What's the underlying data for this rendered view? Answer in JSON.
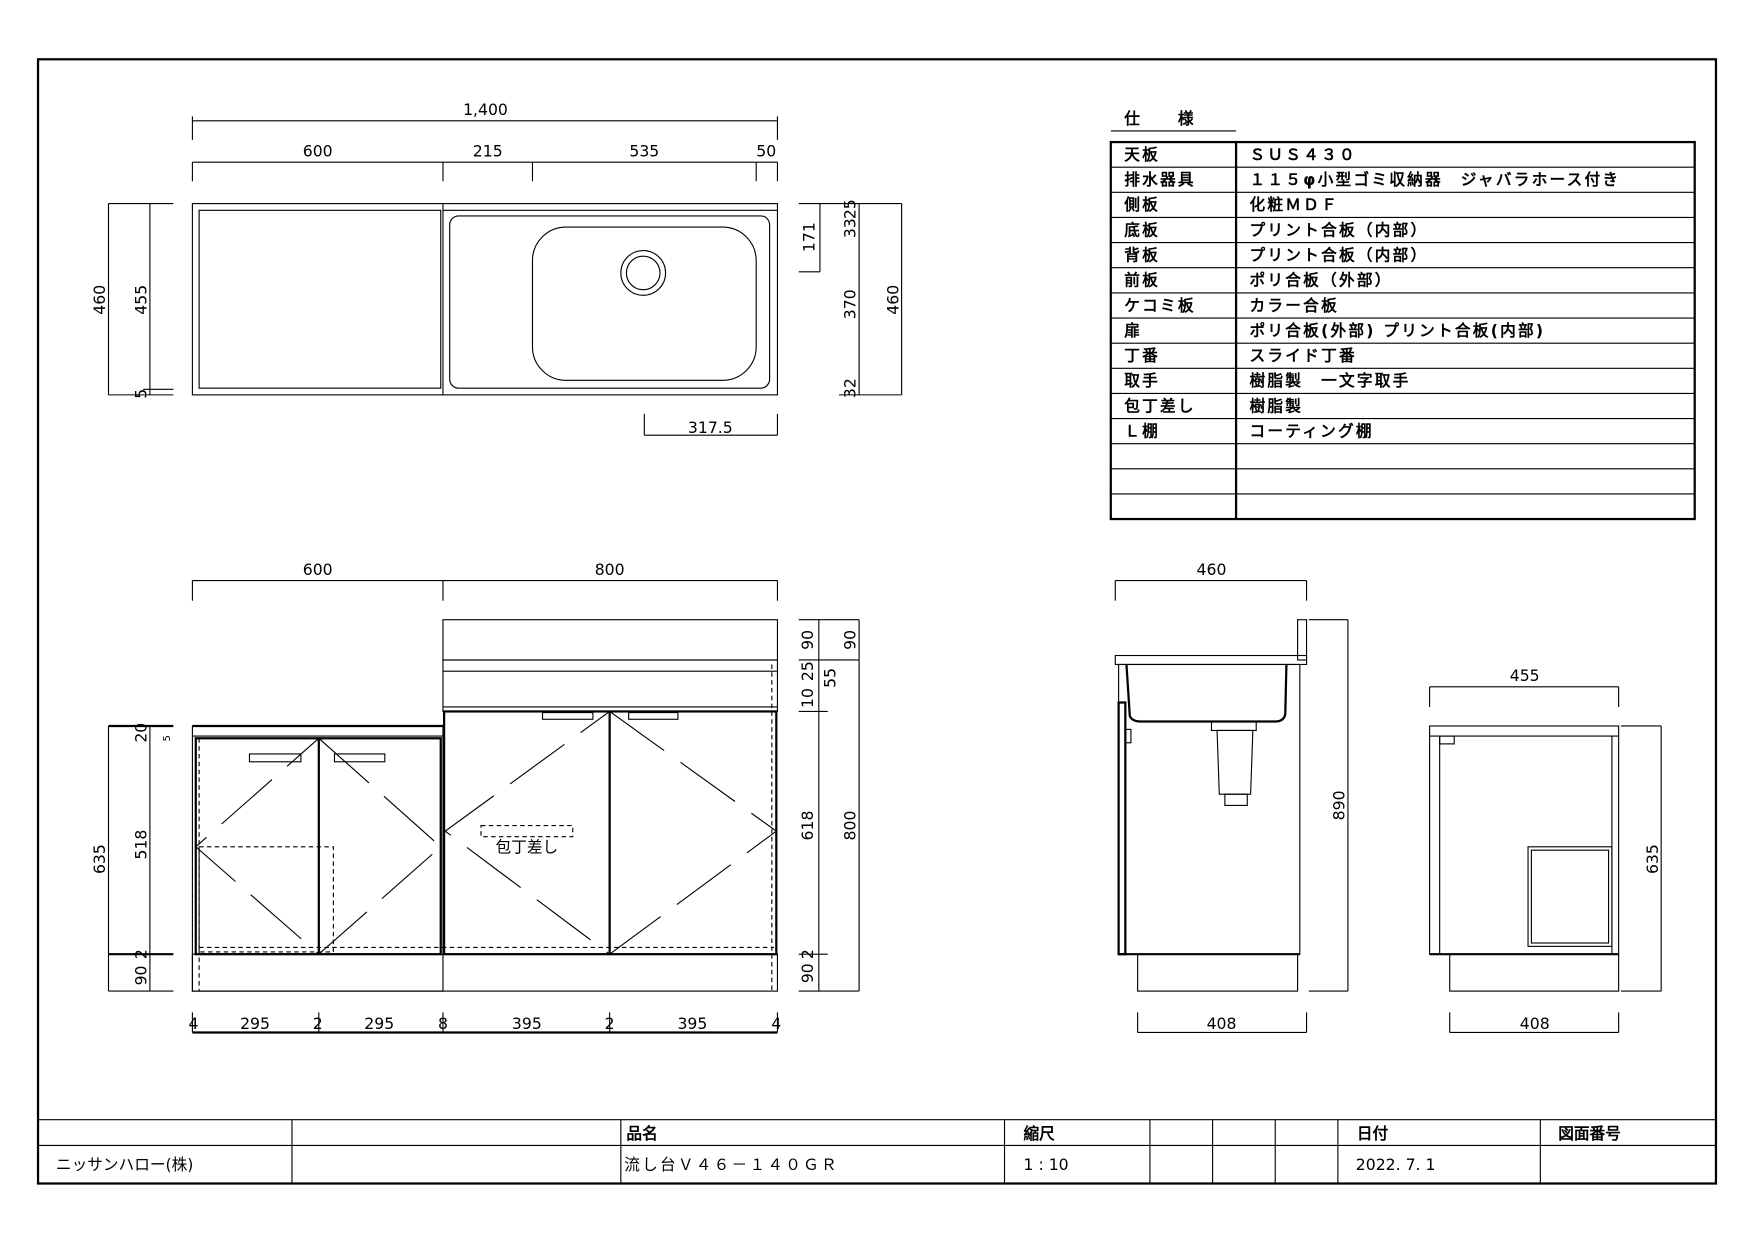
{
  "spec": {
    "title": "仕　　様",
    "rows": [
      {
        "label": "天板",
        "value": "ＳＵＳ４３０"
      },
      {
        "label": "排水器具",
        "value": "１１５φ小型ゴミ収納器　ジャバラホース付き"
      },
      {
        "label": "側板",
        "value": "化粧ＭＤＦ"
      },
      {
        "label": "底板",
        "value": "プリント合板（内部）"
      },
      {
        "label": "背板",
        "value": "プリント合板（内部）"
      },
      {
        "label": "前板",
        "value": "ポリ合板（外部）"
      },
      {
        "label": "ケコミ板",
        "value": "カラー合板"
      },
      {
        "label": "扉",
        "value": "ポリ合板(外部) プリント合板(内部)"
      },
      {
        "label": "丁番",
        "value": "スライド丁番"
      },
      {
        "label": "取手",
        "value": "樹脂製　一文字取手"
      },
      {
        "label": "包丁差し",
        "value": "樹脂製"
      },
      {
        "label": "Ｌ棚",
        "value": "コーティング棚"
      }
    ]
  },
  "plan": {
    "overall": "1,400",
    "d600": "600",
    "d215": "215",
    "d535": "535",
    "d50": "50",
    "left460": "460",
    "left455": "455",
    "left5": "5",
    "r171": "171",
    "r33": "33",
    "r25": "25",
    "r370": "370",
    "r32": "32",
    "r460": "460",
    "drain_offset": "317.5"
  },
  "front": {
    "w600": "600",
    "w800": "800",
    "l635": "635",
    "l518": "518",
    "l20": "20",
    "l5": "5",
    "l90": "90",
    "l2": "2",
    "r90a": "90",
    "r25": "25",
    "r10": "10",
    "r618": "618",
    "r90b": "90",
    "r2": "2",
    "o90": "90",
    "o55": "55",
    "o800": "800",
    "bottom": [
      "4",
      "295",
      "2",
      "295",
      "8",
      "395",
      "2",
      "395",
      "4"
    ],
    "knife_label": "包丁差し"
  },
  "side1": {
    "depth": "460",
    "height": "890",
    "base": "408"
  },
  "side2": {
    "depth": "455",
    "height": "635",
    "base": "408"
  },
  "title_block": {
    "h_name": "品名",
    "h_scale": "縮尺",
    "h_date": "日付",
    "h_number": "図面番号",
    "company": "ニッサンハロー(株)",
    "name": "流し台Ｖ４６－１４０ＧＲ",
    "scale": "1 : 10",
    "date": "2022. 7. 1"
  }
}
